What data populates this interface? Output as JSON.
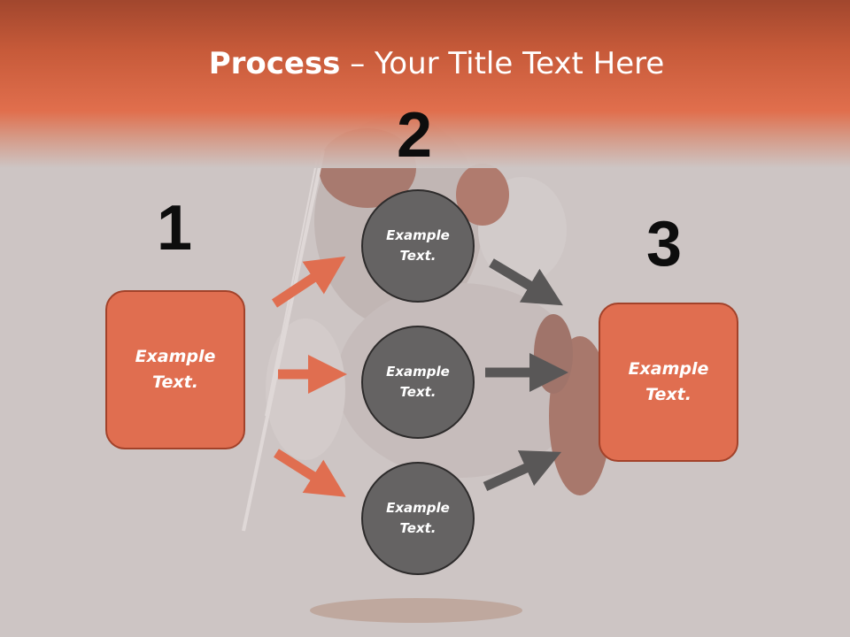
{
  "slide": {
    "title_bold": "Process",
    "title_rest": " – Your Title Text Here",
    "steps": [
      {
        "number": "1",
        "label": "Example\nText."
      },
      {
        "number": "2",
        "circles": [
          {
            "label": "Example\nText."
          },
          {
            "label": "Example\nText."
          },
          {
            "label": "Example\nText."
          }
        ]
      },
      {
        "number": "3",
        "label": "Example\nText."
      }
    ]
  },
  "colors": {
    "header": "#e26844",
    "box_fill": "#e06e50",
    "circle_fill": "#656363",
    "arrow_orange": "#e06e50",
    "arrow_gray": "#595757",
    "background": "#cdc5c4"
  }
}
